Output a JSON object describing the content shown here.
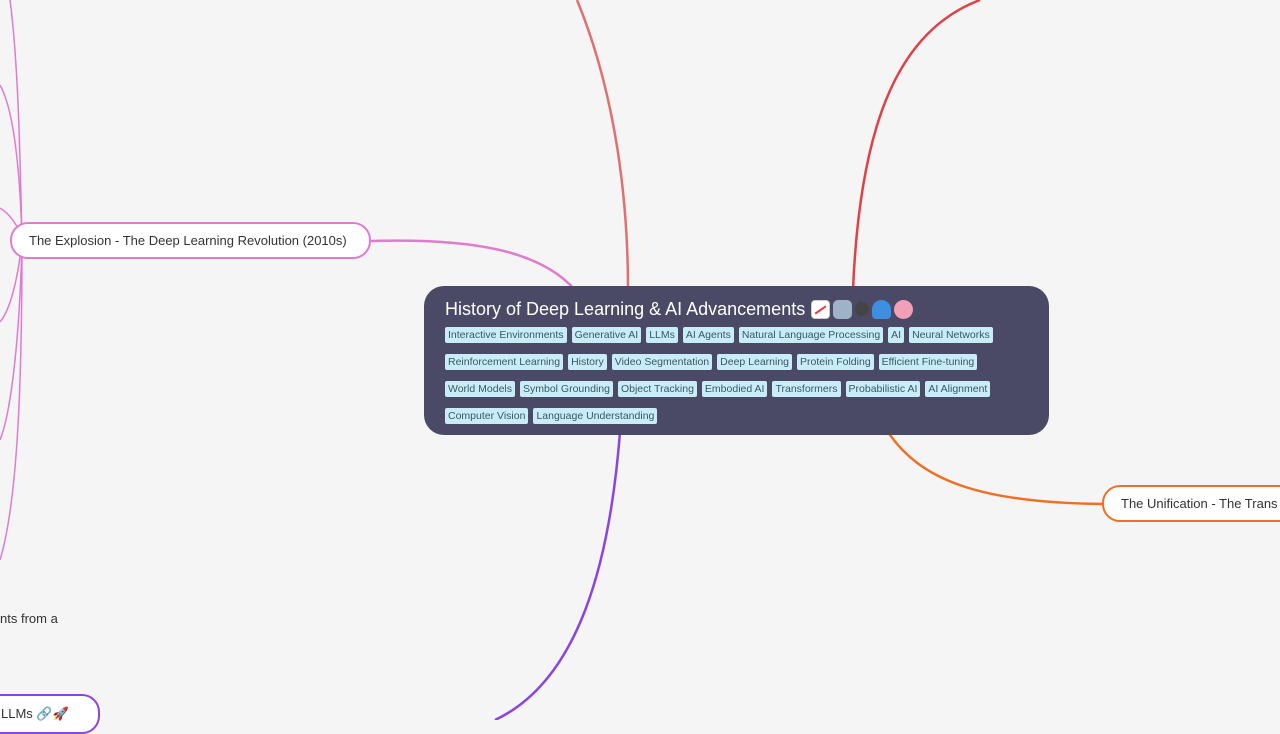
{
  "root": {
    "title": "History of Deep Learning & AI Advancements",
    "emoji_icons": [
      "chart-increasing-icon",
      "robot-icon",
      "gear-icon",
      "wave-icon",
      "brain-icon"
    ],
    "tags": [
      "Interactive Environments",
      "Generative AI",
      "LLMs",
      "AI Agents",
      "Natural Language Processing",
      "AI",
      "Neural Networks",
      "Reinforcement Learning",
      "History",
      "Video Segmentation",
      "Deep Learning",
      "Protein Folding",
      "Efficient Fine-tuning",
      "World Models",
      "Symbol Grounding",
      "Object Tracking",
      "Embodied AI",
      "Transformers",
      "Probabilistic AI",
      "AI Alignment",
      "Computer Vision",
      "Language Understanding"
    ]
  },
  "branches": {
    "explosion": "The Explosion - The Deep Learning Revolution (2010s)",
    "unification": "The Unification - The Trans",
    "llms": "LLMs 🔗🚀"
  },
  "fragments": {
    "left_text": "nts from a"
  },
  "colors": {
    "background": "#f5f5f5",
    "root_fill": "#4a4a66",
    "tag_fill": "#c8ecf8",
    "branch_pink": "#e07bd0",
    "branch_salmon": "#e07070",
    "branch_red": "#e04048",
    "branch_orange": "#f07023",
    "branch_purple": "#8a44e0"
  }
}
